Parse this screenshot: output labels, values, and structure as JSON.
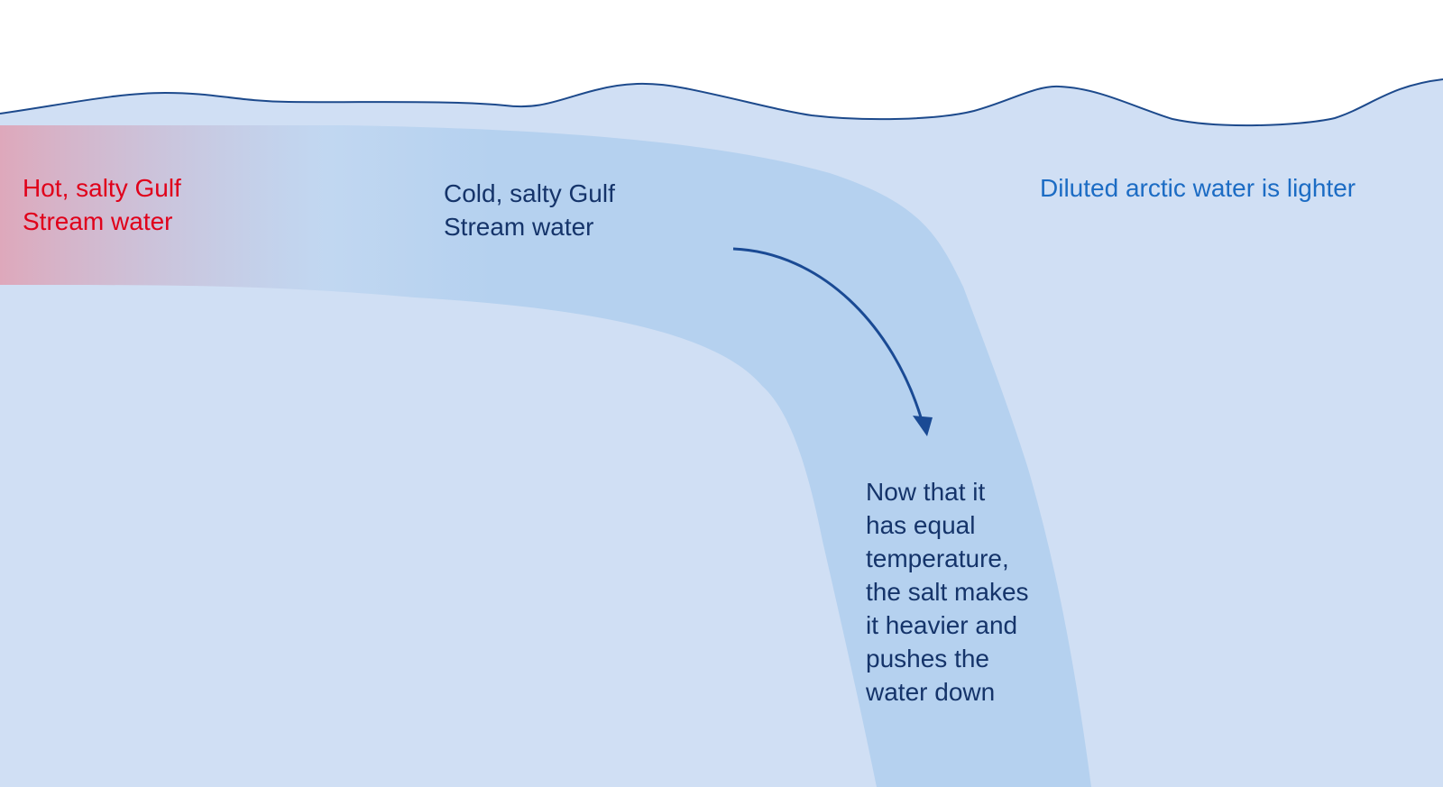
{
  "diagram": {
    "labels": {
      "hot_water": "Hot, salty Gulf\nStream water",
      "cold_water": "Cold, salty Gulf\nStream water",
      "arctic_water": "Diluted arctic water is lighter",
      "sinking_explanation": "Now that it\nhas equal\ntemperature,\nthe salt makes\nit heavier and\npushes the\nwater down"
    },
    "colors": {
      "background": "#ffffff",
      "arctic_water_fill": "#d0dff4",
      "surface_line": "#1d4a8c",
      "stream_cold": "#b5d1ef",
      "stream_hot": "#dea8bb",
      "arrow": "#1a4a94",
      "hot_label": "#e0001a",
      "cold_label": "#15346a",
      "arctic_label": "#1c6cc4",
      "sinking_label": "#15346a"
    }
  }
}
